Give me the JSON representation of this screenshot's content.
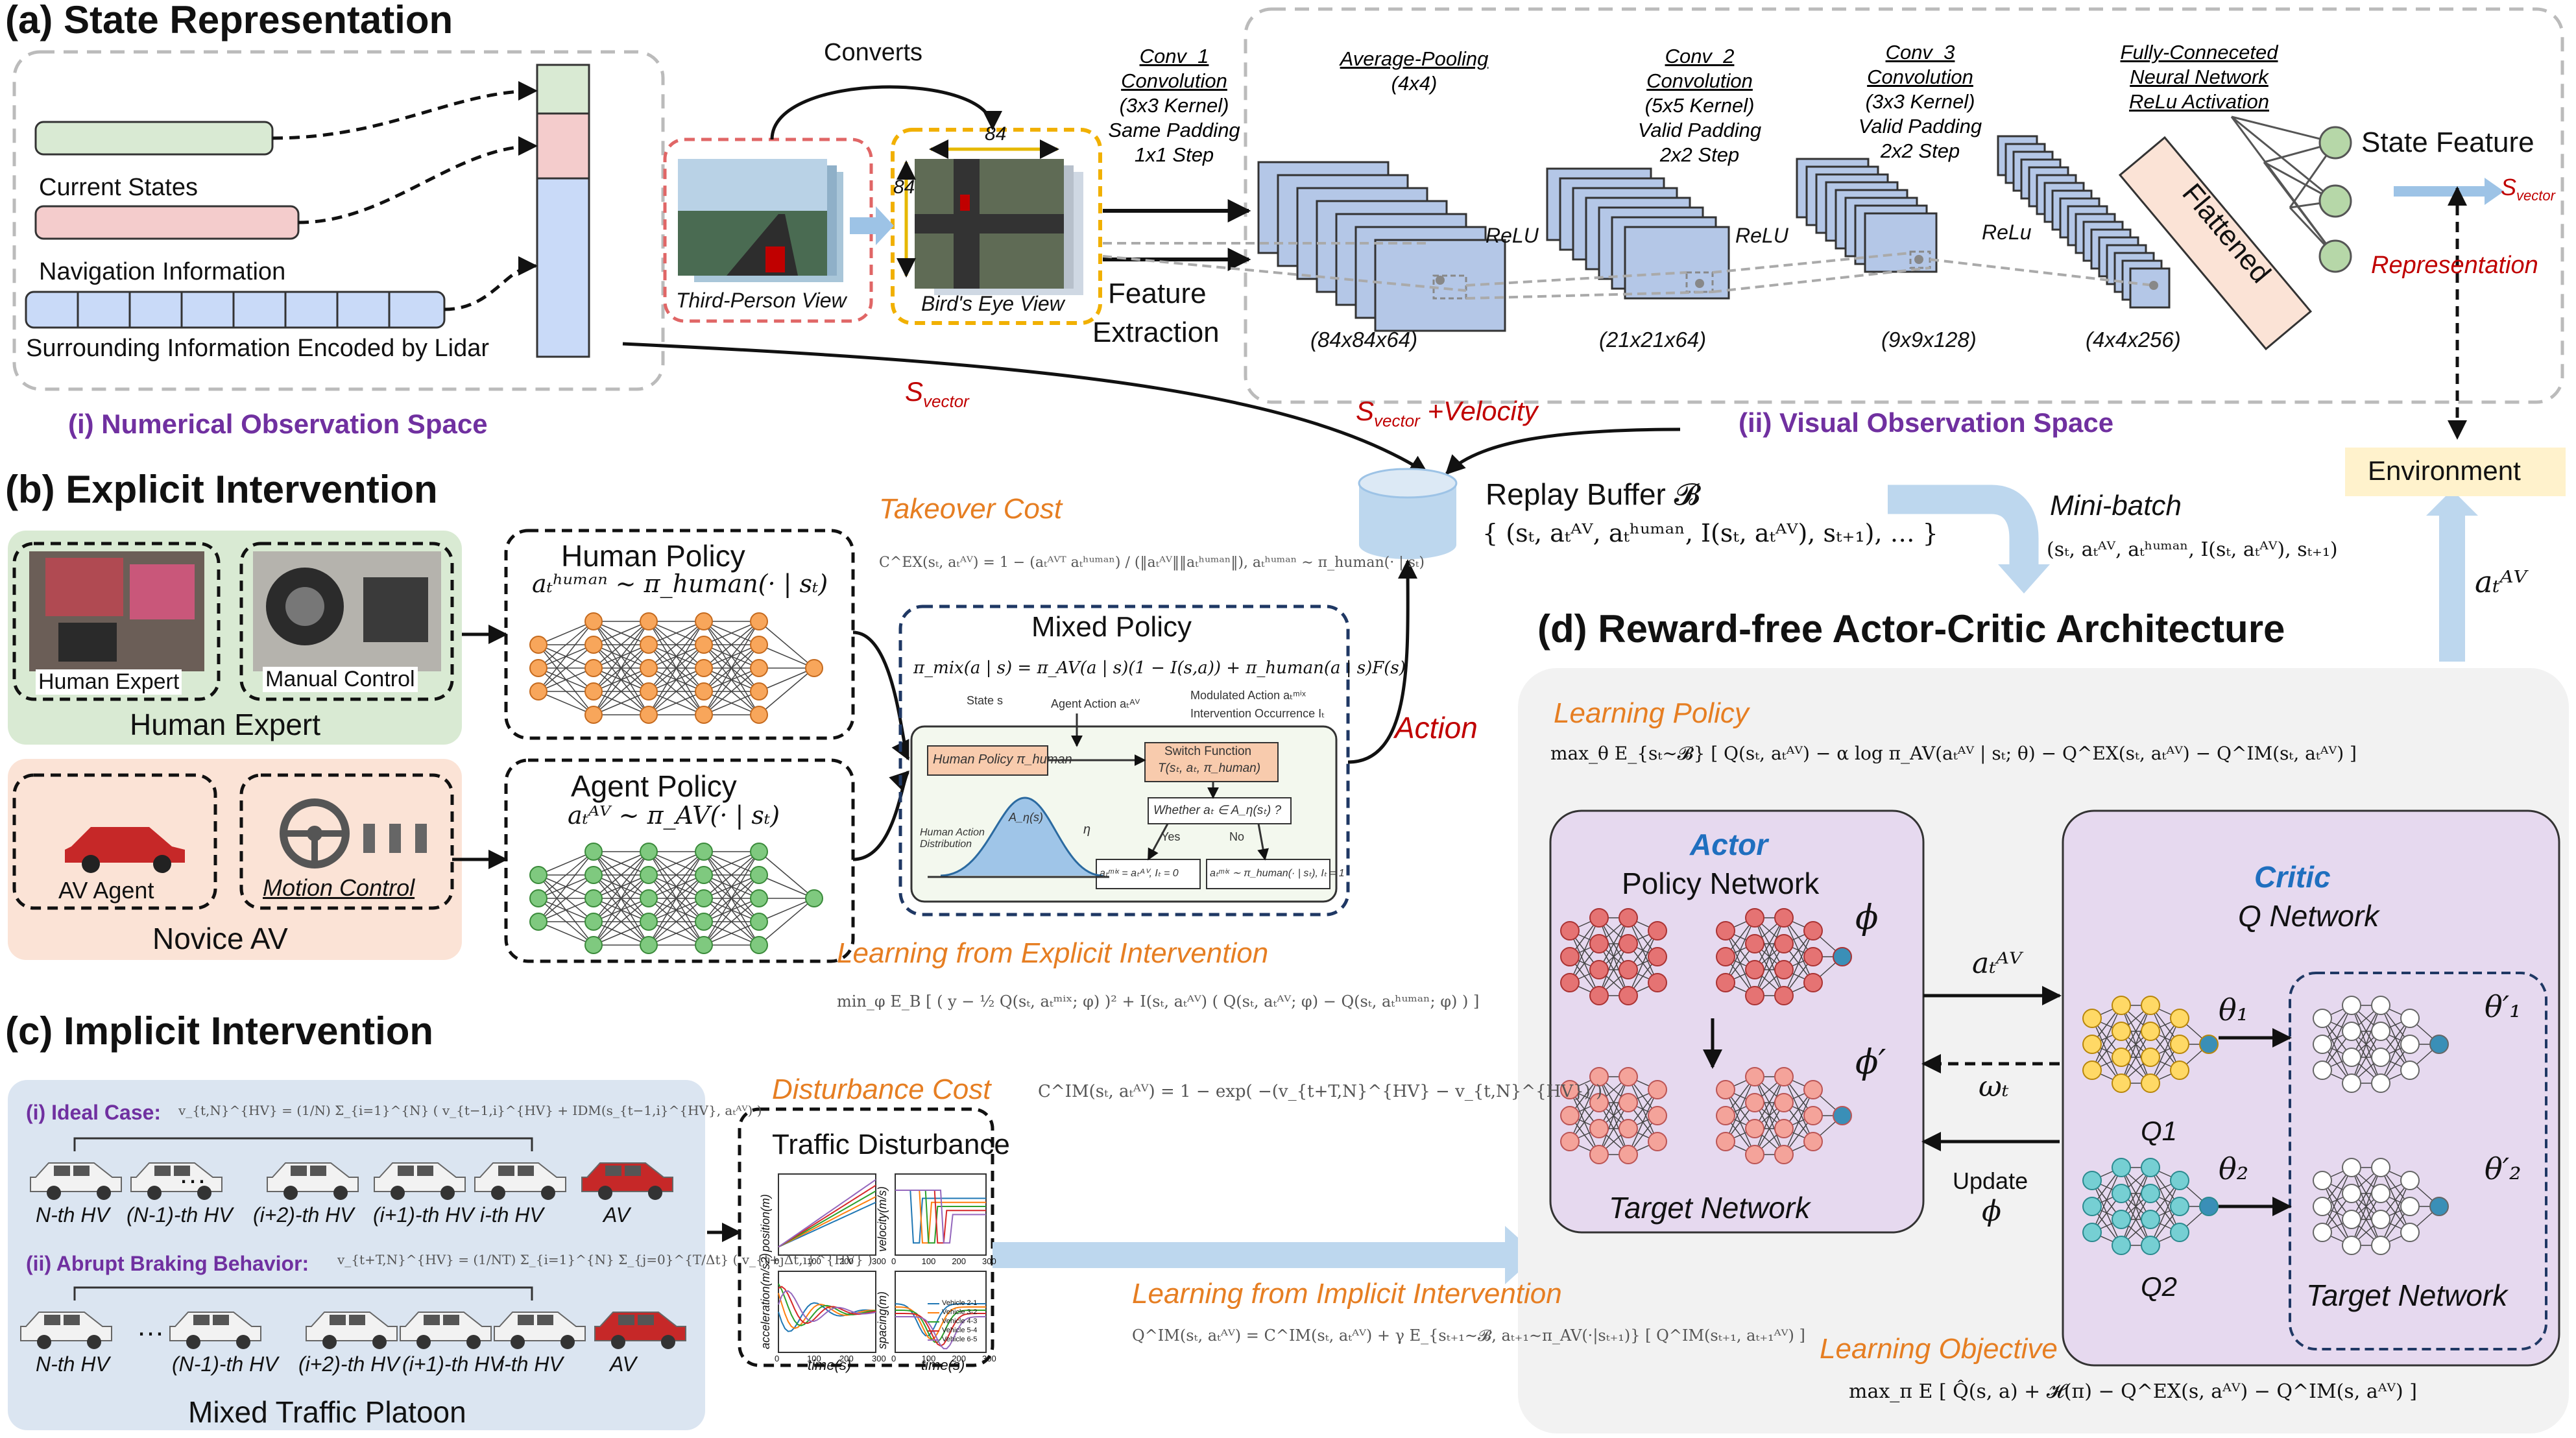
{
  "colors": {
    "purple": "#7030a0",
    "orange": "#e67e22",
    "red": "#c00000",
    "blue_node": "#2e86ab",
    "human_green": "#d9ead3",
    "novice_orange": "#fbe3d6",
    "implicit_blue": "#dbe5f1",
    "actor_bg": "#e6d9ef",
    "env_bg": "#fff2cc",
    "layer_blue": "#b4c7e7"
  },
  "a": {
    "title": "(a) State Representation",
    "current_states": "Current States",
    "navigation_info": "Navigation Information",
    "lidar_info": "Surrounding Information Encoded by Lidar",
    "numerical_space": "(i) Numerical Observation Space",
    "visual_space": "(ii) Visual Observation Space",
    "converts": "Converts",
    "third_person": "Third-Person View",
    "birds_eye": "Bird's Eye View",
    "dim84": "84",
    "feature_extraction": [
      "Feature",
      "Extraction"
    ],
    "conv1": [
      "Conv_1",
      "Convolution",
      "(3x3 Kernel)",
      "Same Padding",
      "1x1 Step"
    ],
    "avgpool": [
      "Average-Pooling",
      "(4x4)"
    ],
    "conv2": [
      "Conv_2",
      "Convolution",
      "(5x5 Kernel)",
      "Valid Padding",
      "2x2 Step"
    ],
    "conv3": [
      "Conv_3",
      "Convolution",
      "(3x3 Kernel)",
      "Valid Padding",
      "2x2 Step"
    ],
    "fc": [
      "Fully-Conneceted",
      "Neural Network",
      "ReLu Activation"
    ],
    "relu": "ReLU",
    "relu2": "ReLu",
    "flattened": "Flattened",
    "dims": [
      "(84x84x64)",
      "(21x21x64)",
      "(9x9x128)",
      "(4x4x256)"
    ],
    "state_feature": "State Feature",
    "representation": "Representation",
    "s_letter": "S",
    "vector_sub": "vector",
    "svector_velocity_suffix": "+Velocity"
  },
  "b": {
    "title": "(b) Explicit Intervention",
    "human_expert_photo": "Human Expert",
    "manual_control": "Manual Control",
    "human_expert_group": "Human Expert",
    "av_agent": "AV Agent",
    "motion_control": "Motion Control",
    "novice_av": "Novice AV",
    "human_policy": "Human Policy",
    "human_policy_eq": "aₜʰᵘᵐᵃⁿ ∼ π_human(· | sₜ)",
    "agent_policy": "Agent Policy",
    "agent_policy_eq": "aₜᴬⱽ ∼ π_AV(· | sₜ)",
    "takeover_cost": "Takeover Cost",
    "takeover_eq": "C^EX(sₜ, aₜᴬⱽ) = 1 − (aₜᴬⱽᵀ aₜʰᵘᵐᵃⁿ) / (‖aₜᴬⱽ‖‖aₜʰᵘᵐᵃⁿ‖),  aₜʰᵘᵐᵃⁿ ∼ π_human(· | sₜ)",
    "mixed_policy": "Mixed Policy",
    "mixed_eq": "π_mix(a | s) = π_AV(a | s)(1 − I(s,a)) + π_human(a | s)F(s)",
    "mix_state": "State s",
    "mix_agent_action": "Agent Action aₜᴬⱽ",
    "mix_modulated": "Modulated Action aₜᵐⁱˣ",
    "mix_occurrence": "Intervention Occurrence Iₜ",
    "mix_human_policy": "Human Policy π_human",
    "mix_switch": "Switch Function",
    "mix_switch_eq": "T(sₜ, aₜ, π_human)",
    "mix_whether": "Whether aₜ ∈ A_η(sₜ) ?",
    "mix_yes": "Yes",
    "mix_no": "No",
    "mix_dist": "Human Action Distribution",
    "mix_out1": "aₜᵐⁱˣ = aₜᴬⱽ, Iₜ = 0",
    "mix_out2": "aₜᵐⁱˣ ∼ π_human(· | sₜ), Iₜ = 1",
    "mix_eta": "η",
    "mix_aeta": "A_η(s)",
    "action": "Action",
    "learning_explicit": "Learning from Explicit Intervention",
    "learning_explicit_eq": "min_φ E_B [ ( y − ½ Q(sₜ, aₜᵐⁱˣ; φ) )² + I(sₜ, aₜᴬⱽ) ( Q(sₜ, aₜᴬⱽ; φ) − Q(sₜ, aₜʰᵘᵐᵃⁿ; φ) ) ]"
  },
  "replay": {
    "title": "Replay Buffer 𝓑",
    "tuple": "{ (sₜ, aₜᴬⱽ, aₜʰᵘᵐᵃⁿ, I(sₜ, aₜᴬⱽ), sₜ₊₁), … }",
    "minibatch": "Mini-batch",
    "minibatch_tuple": "(sₜ, aₜᴬⱽ, aₜʰᵘᵐᵃⁿ, I(sₜ, aₜᴬⱽ), sₜ₊₁)"
  },
  "env": {
    "label": "Environment",
    "action_label": "aₜᴬⱽ"
  },
  "c": {
    "title": "(c) Implicit Intervention",
    "ideal_case": "(i) Ideal Case:",
    "ideal_eq": "v_{t,N}^{HV} = (1/N) Σ_{i=1}^{N} ( v_{t−1,i}^{HV} + IDM(s_{t−1,i}^{HV}, aₜᴬⱽ) )",
    "row1_labels": [
      "N-th HV",
      "(N-1)-th HV",
      "(i+2)-th HV",
      "(i+1)-th HV",
      "i-th HV",
      "AV"
    ],
    "abrupt": "(ii) Abrupt Braking Behavior:",
    "abrupt_eq": "v_{t+T,N}^{HV} = (1/NT) Σ_{i=1}^{N} Σ_{j=0}^{T/Δt} ( v_{t+jΔt,i}^{HV} )",
    "row2_labels": [
      "N-th HV",
      "(N-1)-th HV",
      "(i+2)-th HV",
      "(i+1)-th HV",
      "i-th HV",
      "AV"
    ],
    "ellipsis": "…",
    "platoon": "Mixed Traffic Platoon",
    "disturbance_cost": "Disturbance Cost",
    "disturbance_eq": "C^IM(sₜ, aₜᴬⱽ) = 1 − exp( −(v_{t+T,N}^{HV} − v_{t,N}^{HV}) )",
    "traffic_disturbance": "Traffic Disturbance",
    "learning_implicit": "Learning from Implicit Intervention",
    "learning_implicit_eq": "Q^IM(sₜ, aₜᴬⱽ) = C^IM(sₜ, aₜᴬⱽ) + γ E_{sₜ₊₁∼𝓑, aₜ₊₁∼π_AV(·|sₜ₊₁)} [ Q^IM(sₜ₊₁, aₜ₊₁ᴬⱽ) ]"
  },
  "plots": {
    "ylabels": [
      "position(m)",
      "velocity(m/s)",
      "acceleration(m/s2)",
      "spacing(m)"
    ],
    "xlabel": "time(s)",
    "xticks": [
      "0",
      "100",
      "200",
      "300"
    ],
    "legend": [
      "Vehicle 2-1",
      "Vehicle 3-2",
      "Vehicle 4-3",
      "Vehicle 5-4",
      "Vehicle 6-5"
    ],
    "series_colors": [
      "#1f77b4",
      "#ff7f0e",
      "#2ca02c",
      "#d62728",
      "#9467bd"
    ]
  },
  "d": {
    "title": "(d) Reward-free Actor-Critic Architecture",
    "learning_policy": "Learning Policy",
    "policy_eq": "max_θ E_{sₜ∼𝓑} [ Q(sₜ, aₜᴬⱽ) − α log π_AV(aₜᴬⱽ | sₜ; θ) − Q^EX(sₜ, aₜᴬⱽ) − Q^IM(sₜ, aₜᴬⱽ) ]",
    "actor": "Actor",
    "policy_network": "Policy Network",
    "target_network_actor": "Target Network",
    "phi": "ϕ",
    "phi_prime": "ϕ′",
    "critic": "Critic",
    "q_network": "Q Network",
    "q1": "Q1",
    "q2": "Q2",
    "theta1": "θ₁",
    "theta2": "θ₂",
    "theta1p": "θ′₁",
    "theta2p": "θ′₂",
    "target_network_critic": "Target Network",
    "arrow_action": "aₜᴬⱽ",
    "arrow_omega": "ωₜ",
    "update": "Update",
    "update_phi": "ϕ",
    "learning_objective": "Learning Objective",
    "objective_eq": "max_π E [ Q̂(s, a) + 𝓗(π) − Q^EX(s, aᴬⱽ) − Q^IM(s, aᴬⱽ) ]"
  }
}
